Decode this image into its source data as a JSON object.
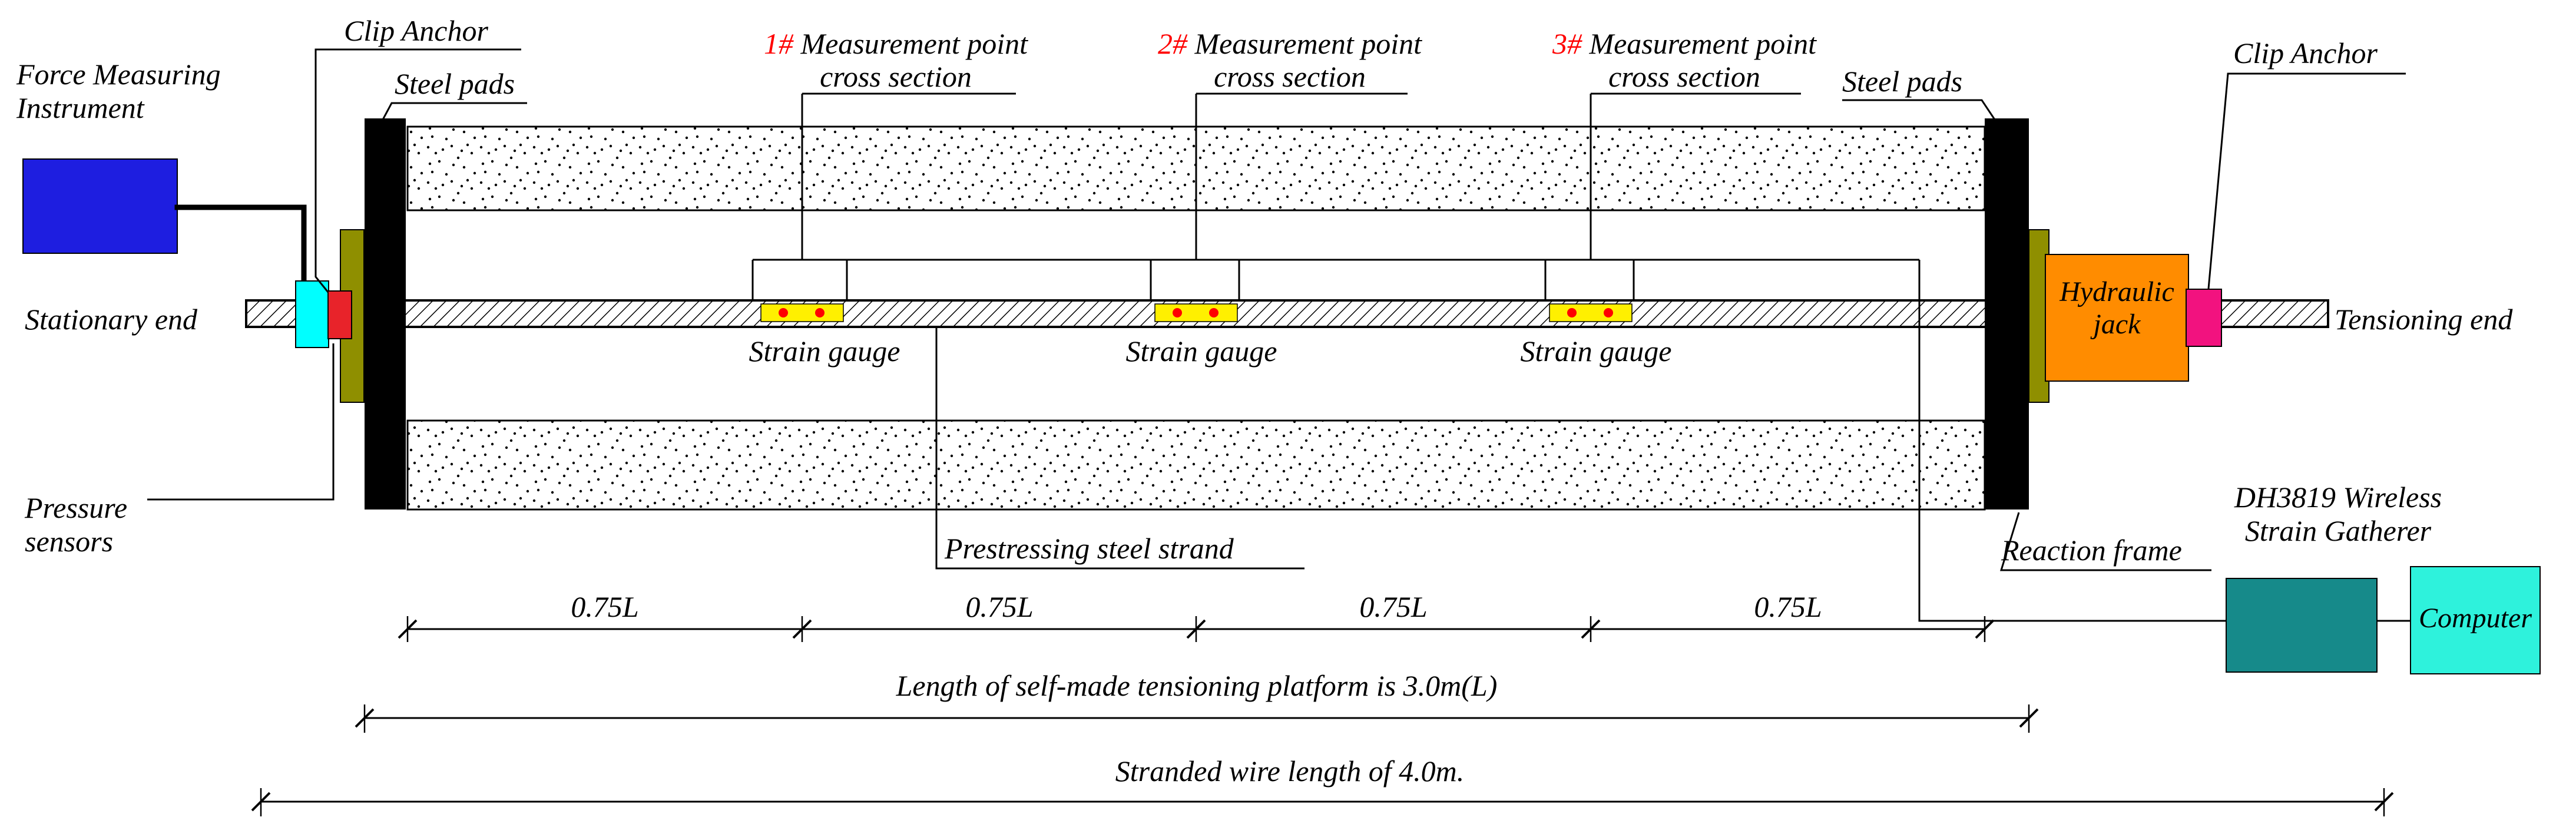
{
  "colors": {
    "instrument": "#1E1EE0",
    "sensor": "#00FFFF",
    "anchor_left": "#E8232A",
    "pad": "#8F8F00",
    "jack": "#FF8C00",
    "anchor_right": "#F2127F",
    "gatherer": "#168A8A",
    "computer": "#2EF2DC",
    "gauge": "#FFF000",
    "gauge_dot": "#FF0000",
    "mp_num": "#FF0000"
  },
  "labels": {
    "force_measuring_instrument": "Force Measuring\nInstrument",
    "clip_anchor_left": "Clip Anchor",
    "steel_pads_left": "Steel pads",
    "stationary_end": "Stationary end",
    "pressure_sensors": "Pressure\nsensors",
    "strain_gauge": "Strain gauge",
    "prestressing_steel_strand": "Prestressing steel strand",
    "steel_pads_right": "Steel pads",
    "clip_anchor_right": "Clip Anchor",
    "hydraulic_jack": "Hydraulic\njack",
    "tensioning_end": "Tensioning end",
    "reaction_frame": "Reaction frame",
    "strain_gatherer": "DH3819 Wireless\nStrain Gatherer",
    "computer": "Computer"
  },
  "measurement_points": [
    {
      "num": "1#",
      "rest": " Measurement point",
      "line2": "cross section"
    },
    {
      "num": "2#",
      "rest": " Measurement point",
      "line2": "cross section"
    },
    {
      "num": "3#",
      "rest": " Measurement point",
      "line2": "cross section"
    }
  ],
  "dimensions": {
    "segment": "0.75L",
    "platform_length": "Length of self-made tensioning platform is 3.0m(L)",
    "strand_length": "Stranded wire length of 4.0m."
  }
}
